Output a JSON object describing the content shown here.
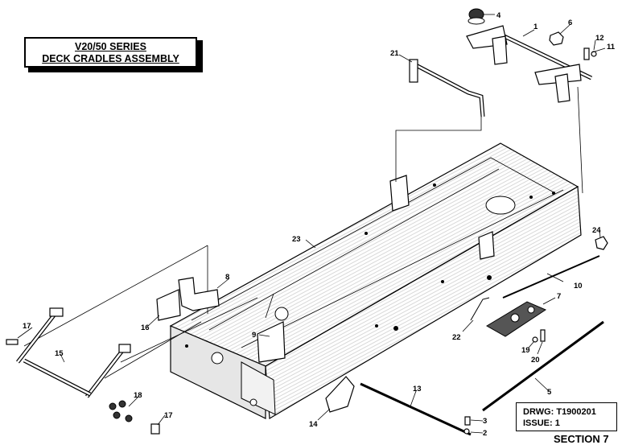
{
  "title": {
    "line1": "V20/50 SERIES",
    "line2": "DECK CRADLES ASSEMBLY"
  },
  "drawing_info": {
    "drwg": "DRWG: T1900201",
    "issue": "ISSUE: 1"
  },
  "section": "SECTION 7",
  "callouts": {
    "c1": "1",
    "c2": "2",
    "c3": "3",
    "c4": "4",
    "c5": "5",
    "c6": "6",
    "c7": "7",
    "c8": "8",
    "c9": "9",
    "c10": "10",
    "c11": "11",
    "c12": "12",
    "c13": "13",
    "c14": "14",
    "c15": "15",
    "c16": "16",
    "c17a": "17",
    "c17b": "17",
    "c18": "18",
    "c19": "19",
    "c20": "20",
    "c21": "21",
    "c22": "22",
    "c23": "23",
    "c24": "24"
  }
}
